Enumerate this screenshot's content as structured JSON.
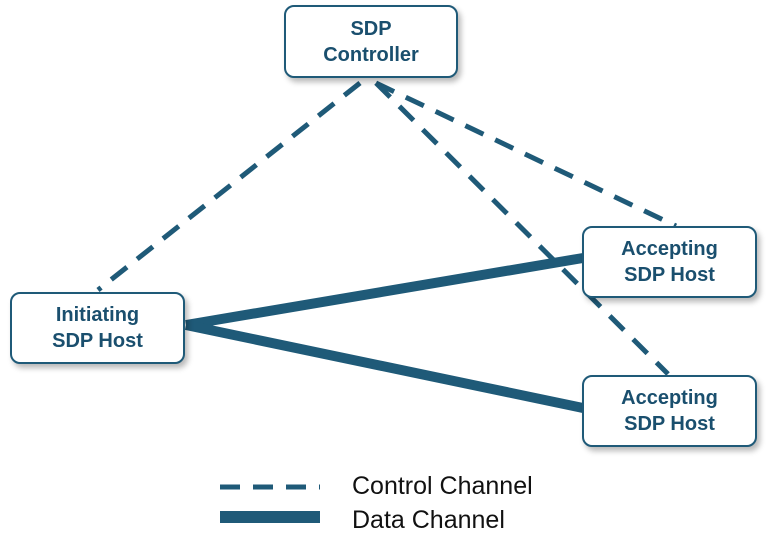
{
  "colors": {
    "accent": "#1f5a78",
    "text": "#1a4f6e",
    "legend_text": "#111111"
  },
  "nodes": {
    "controller": {
      "line1": "SDP",
      "line2": "Controller"
    },
    "initiating": {
      "line1": "Initiating",
      "line2": "SDP Host"
    },
    "accepting_1": {
      "line1": "Accepting",
      "line2": "SDP Host"
    },
    "accepting_2": {
      "line1": "Accepting",
      "line2": "SDP Host"
    }
  },
  "edges": [
    {
      "from": "controller",
      "to": "initiating",
      "type": "control"
    },
    {
      "from": "controller",
      "to": "accepting_1",
      "type": "control"
    },
    {
      "from": "controller",
      "to": "accepting_2",
      "type": "control"
    },
    {
      "from": "initiating",
      "to": "accepting_1",
      "type": "data"
    },
    {
      "from": "initiating",
      "to": "accepting_2",
      "type": "data"
    }
  ],
  "legend": {
    "control": "Control Channel",
    "data": "Data Channel"
  }
}
